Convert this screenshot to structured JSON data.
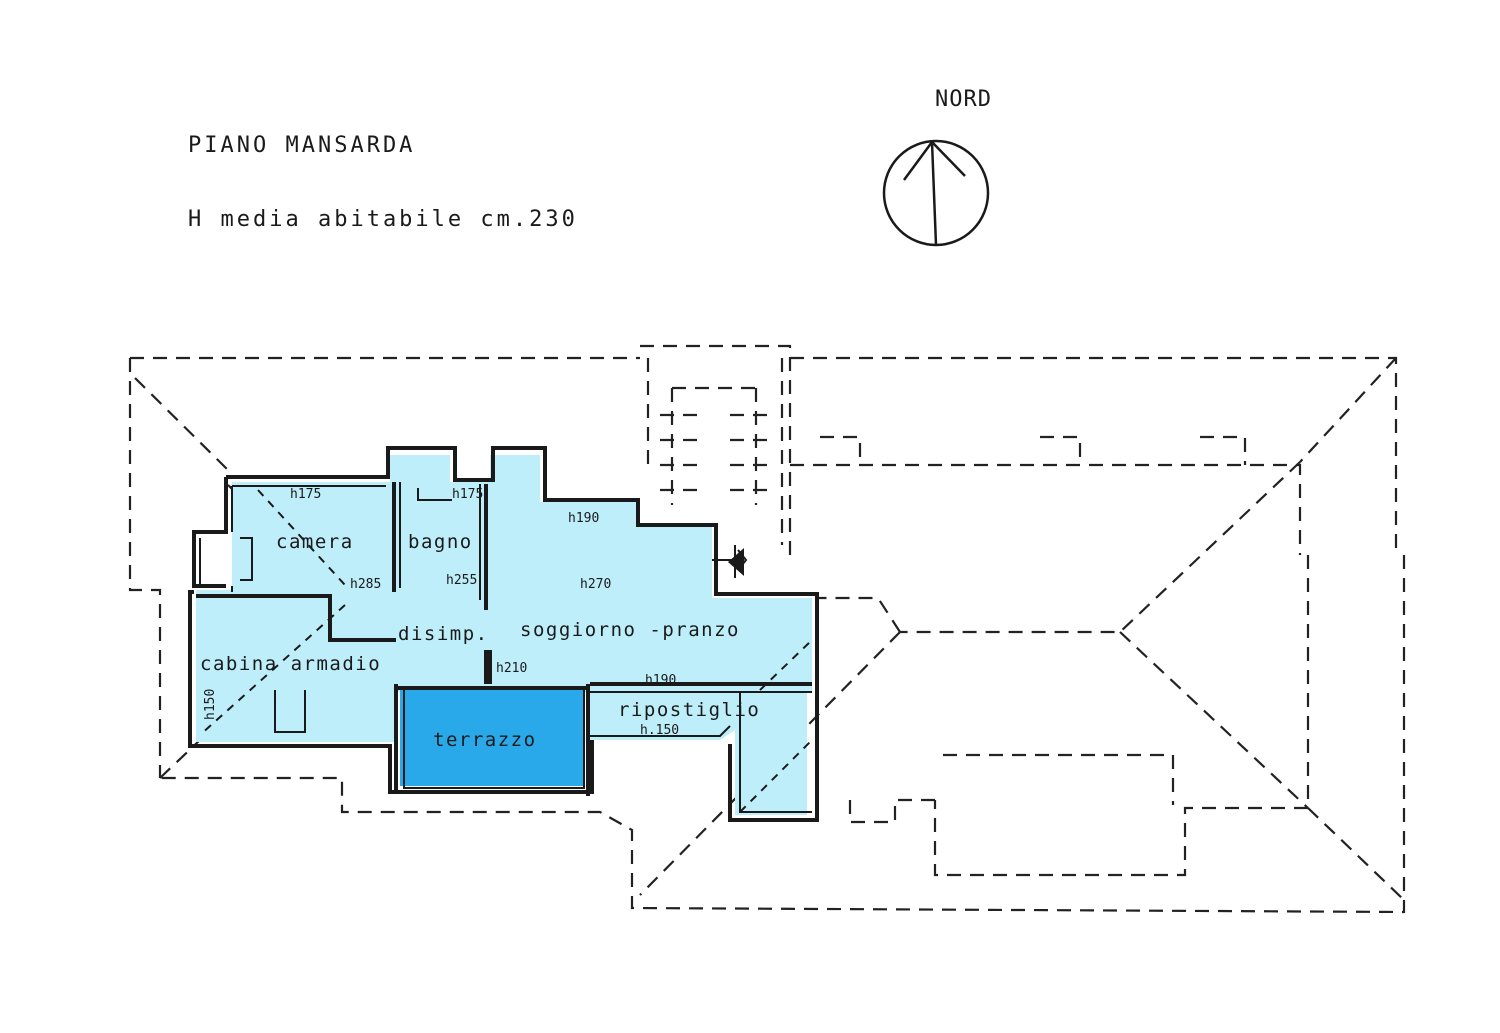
{
  "title": "PIANO  MANSARDA",
  "subtitle": "H media abitabile cm.230",
  "compass_label": "NORD",
  "colors": {
    "interior": "#bdeefa",
    "terrace": "#2aa9ea",
    "line": "#1a1a1a"
  },
  "rooms": {
    "camera": "camera",
    "bagno": "bagno",
    "disimp": "disimp.",
    "soggiorno": "soggiorno -pranzo",
    "cabina": "cabina armadio",
    "terrazzo": "terrazzo",
    "ripostiglio": "ripostiglio"
  },
  "heights": {
    "camera_top": "h175",
    "bagno_top": "h175",
    "soggiorno_top": "h190",
    "camera_bottom": "h285",
    "bagno_bottom": "h255",
    "soggiorno_mid": "h270",
    "corridor": "h210",
    "ripostiglio_top": "h190",
    "ripostiglio_label": "h.150",
    "cabina_side": "h150"
  }
}
